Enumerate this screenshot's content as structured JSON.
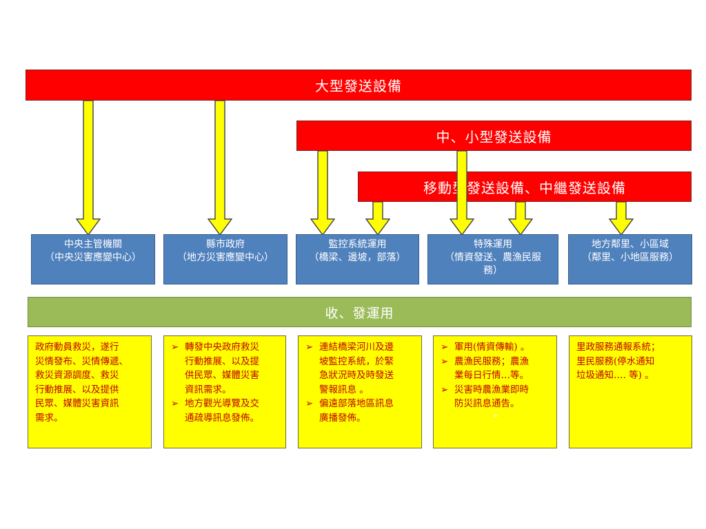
{
  "bars": {
    "large": "大型發送設備",
    "medium": "中、小型發送設備",
    "mobile": "移動型發送設備、中繼發送設備",
    "usage": "收、發運用"
  },
  "categories": [
    {
      "line1": "中央主管機關",
      "line2": "（中央災害應變中心）"
    },
    {
      "line1": "縣市政府",
      "line2": "（地方災害應變中心）"
    },
    {
      "line1": "監控系統運用",
      "line2": "（橋梁、邊坡，部落）"
    },
    {
      "line1": "特殊運用",
      "line2": "（情資發送、農漁民服",
      "line3": "務）"
    },
    {
      "line1": "地方鄰里、小區域",
      "line2": "（鄰里、小地區服務）"
    }
  ],
  "details": {
    "col1": [
      "政府動員救災，遂行",
      "災情發布、災情傳遞、",
      "救災資源調度、救災",
      "行動推展、以及提供",
      "民眾、媒體災害資訊",
      "需求。"
    ],
    "col2": {
      "item1": [
        "轉發中央政府救災",
        "行動推展、以及提",
        "供民眾、媒體災害",
        "資訊需求。"
      ],
      "item2": [
        "地方觀光導覽及交",
        "通疏導訊息發佈。"
      ]
    },
    "col3": {
      "item1": [
        "連結橋梁河川及邊",
        "坡監控系統，於緊",
        "急狀況時及時發送",
        "警報訊息 。"
      ],
      "item2": [
        "偏遠部落地區訊息",
        "廣播發佈。"
      ]
    },
    "col4": {
      "item1": [
        "軍用(情資傳輸) 。"
      ],
      "item2": [
        "農漁民服務；農漁",
        "業每日行情…等。"
      ],
      "item3": [
        "災害時農漁業即時",
        "防災訊息通告。"
      ]
    },
    "col5": [
      "里政服務通報系統；",
      "里民服務(停水通知",
      "垃圾通知…. 等) 。"
    ],
    "bullet": "➢"
  },
  "colors": {
    "red_bar": "#ff0000",
    "blue_box": "#4f81bd",
    "green_bar": "#9bbb59",
    "yellow_box": "#ffff00",
    "detail_text": "#c00000",
    "arrow_fill": "#ffff00",
    "arrow_stroke": "#4a4a4a"
  }
}
